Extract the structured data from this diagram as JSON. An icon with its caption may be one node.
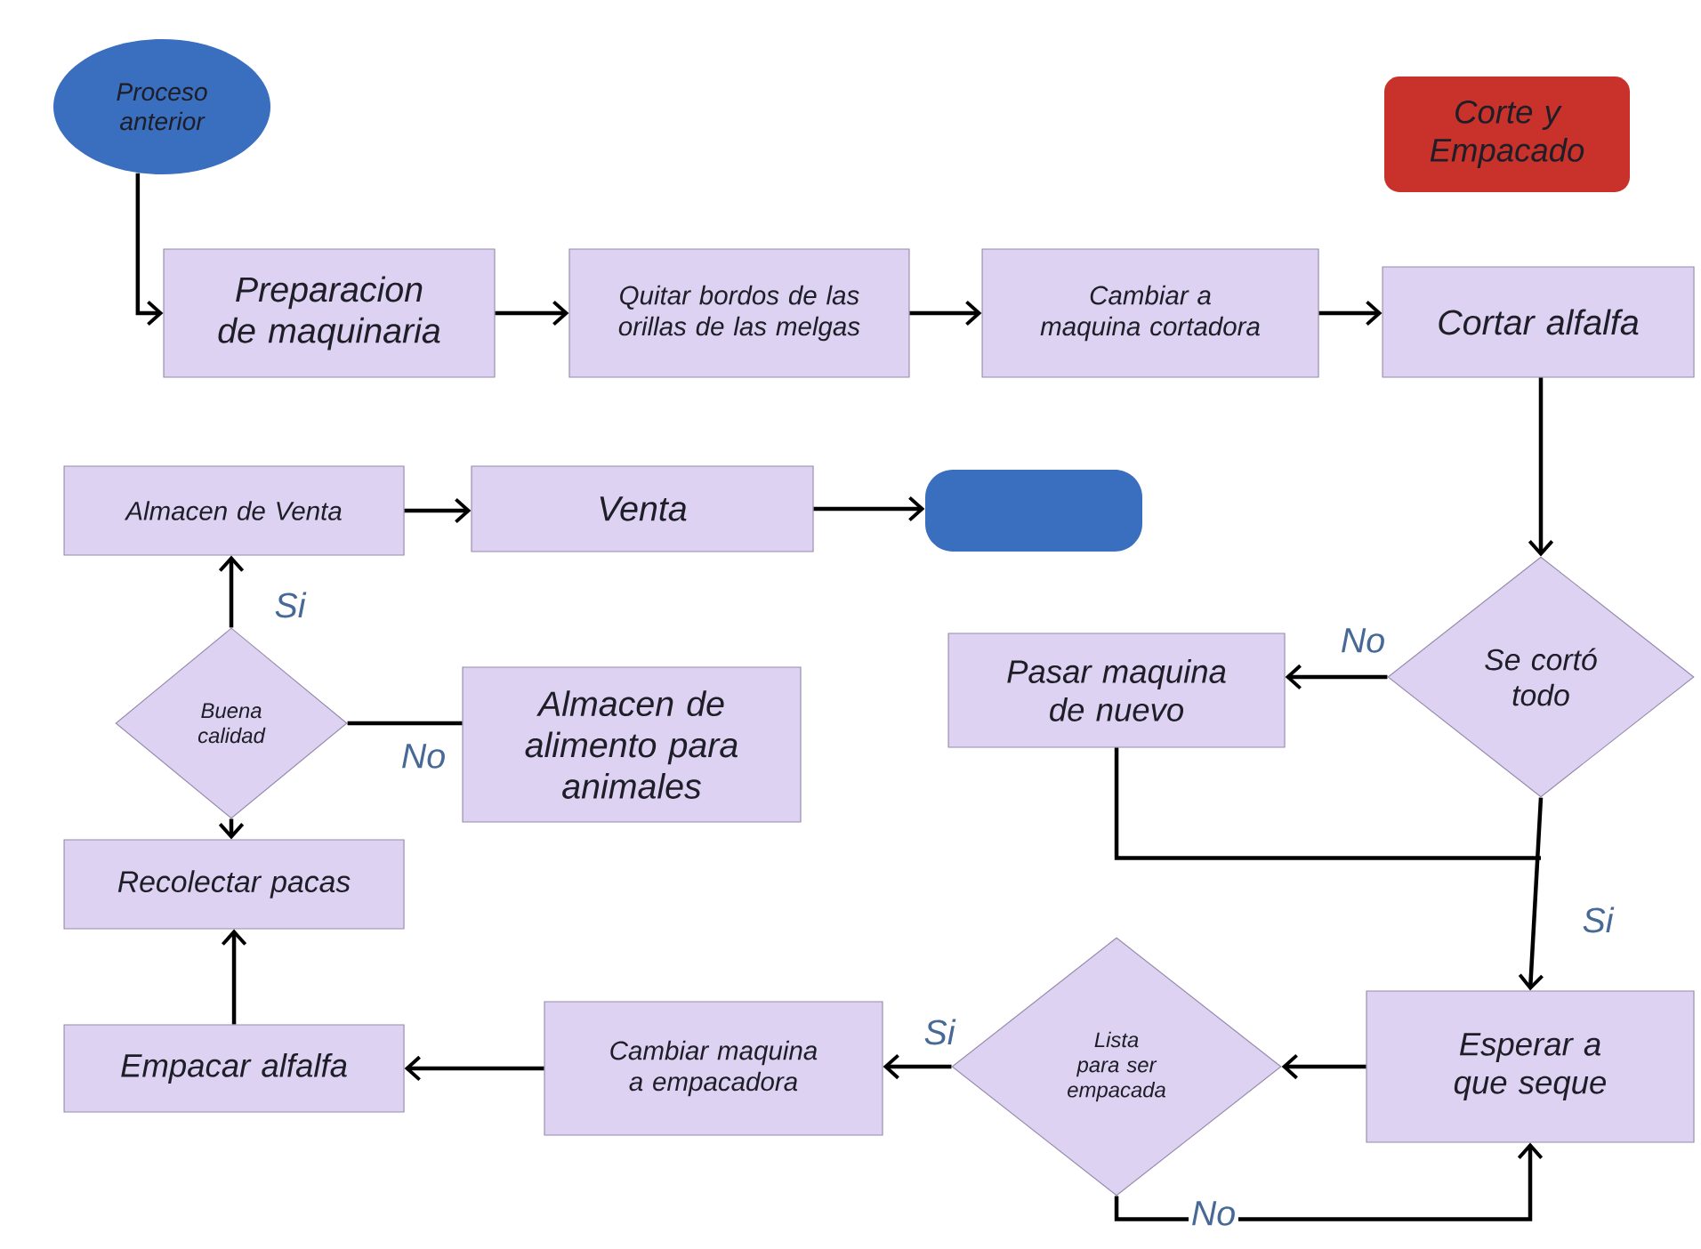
{
  "diagram": {
    "nodes": [
      {
        "text": [
          "Proceso anterior"
        ]
      },
      {
        "text": [
          "Corte y Empacado"
        ]
      },
      {
        "text": [
          "Preparacion de maquinaria"
        ]
      },
      {
        "text": [
          "Quitar bordos de las orillas de las melgas"
        ]
      },
      {
        "text": [
          "Cambiar a maquina cortadora"
        ]
      },
      {
        "text": [
          "Cortar alfalfa"
        ]
      },
      {
        "text": [
          "Almacen de Venta"
        ]
      },
      {
        "text": [
          "Venta"
        ]
      },
      {
        "text": [],
        "shape": "capsule"
      },
      {
        "text": [
          "Se cortó todo"
        ]
      },
      {
        "text": [
          "Pasar maquina de nuevo"
        ]
      },
      {
        "text": [
          "Buena calidad"
        ]
      },
      {
        "text": [
          "Almacen de alimento para animales"
        ]
      },
      {
        "text": [
          "Recolectar pacas"
        ]
      },
      {
        "text": [
          "Esperar a que seque"
        ]
      },
      {
        "text": [
          "Lista para ser empacada"
        ]
      },
      {
        "text": [
          "Cambiar maquina a empacadora"
        ]
      },
      {
        "text": [
          "Empacar alfalfa"
        ]
      }
    ],
    "edges": [
      {
        "from": 0,
        "to": 2,
        "arrow": "to"
      },
      {
        "from": 2,
        "to": 3,
        "arrow": "to"
      },
      {
        "from": 3,
        "to": 4,
        "arrow": "to"
      },
      {
        "from": 4,
        "to": 5,
        "arrow": "to"
      },
      {
        "from": 5,
        "to": 9,
        "arrow": "to"
      },
      {
        "from": 6,
        "to": 7,
        "arrow": "to"
      },
      {
        "from": 7,
        "to": 8,
        "arrow": "to"
      },
      {
        "from": 9,
        "to": 10,
        "arrow": "to",
        "label": "No"
      },
      {
        "from": 10,
        "to": 14,
        "arrow": "to"
      },
      {
        "from": 9,
        "to": 14,
        "arrow": "to",
        "label": "Si"
      },
      {
        "from": 14,
        "to": 15,
        "arrow": "to"
      },
      {
        "from": 15,
        "to": 16,
        "arrow": "to",
        "label": "Si"
      },
      {
        "from": 15,
        "to": 14,
        "arrow": "to",
        "label": "No"
      },
      {
        "from": 16,
        "to": 17,
        "arrow": "to"
      },
      {
        "from": 17,
        "to": 13,
        "arrow": "to"
      },
      {
        "from": 11,
        "to": 13,
        "arrow": "to"
      },
      {
        "from": 11,
        "to": 6,
        "arrow": "to",
        "label": "Si"
      },
      {
        "from": 11,
        "to": 12,
        "arrow": "none",
        "label": "No"
      }
    ]
  }
}
